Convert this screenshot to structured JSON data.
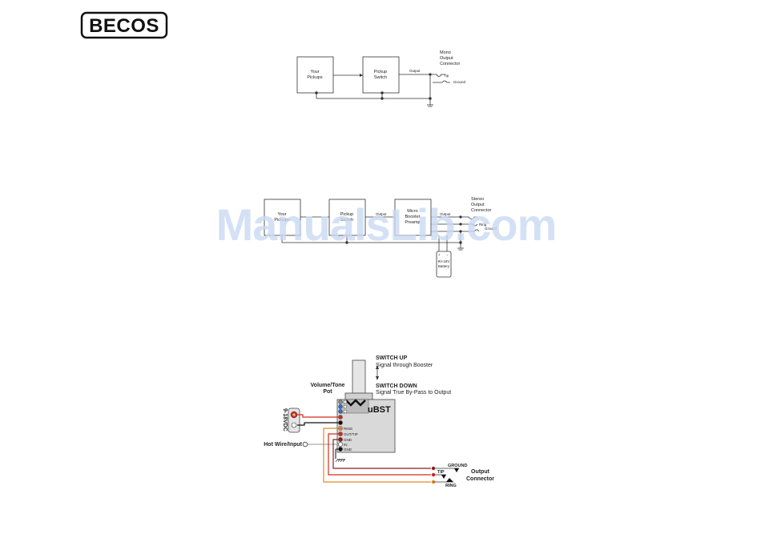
{
  "brand": {
    "logo_text": "BECOS"
  },
  "watermark": {
    "text": "ManualsLib.com"
  },
  "colors": {
    "orange": "#e8852a",
    "red": "#d42c1f",
    "blue": "#2a6fd0",
    "dark_red": "#8b1f1f",
    "gray_box": "#d9d9d9",
    "line": "#333333"
  },
  "diagram1": {
    "pickups": [
      "Your",
      "Pickups"
    ],
    "switch": [
      "Pickup",
      "Switch"
    ],
    "output": "Output",
    "connector": [
      "Mono",
      "Output",
      "Connector"
    ],
    "tip": "Tip",
    "ground": "Ground"
  },
  "diagram2": {
    "pickups": [
      "Your",
      "Pickups"
    ],
    "switch": [
      "Pickup",
      "Switch"
    ],
    "output1": "Output",
    "booster": [
      "Micro",
      "Booster",
      "Preamp"
    ],
    "output2": "Output",
    "connector": [
      "Stereo",
      "Output",
      "Connector"
    ],
    "ring": "Ring",
    "ground": "Ground",
    "battery": [
      "9V-18V",
      "Battery"
    ],
    "plus": "+",
    "minus": "−"
  },
  "diagram3": {
    "switch_up_title": "SWITCH UP",
    "switch_up_desc": "Signal through Booster",
    "switch_down_title": "SWITCH DOWN",
    "switch_down_desc": "Signal True By-Pass to Output",
    "pot": [
      "Volume/Tone",
      "Pot"
    ],
    "module": "uBST",
    "power": "9-18VDC",
    "hot_wire": "Hot Wire/Input",
    "pins": [
      "RING",
      "OUT/TIP",
      "GND",
      "IN",
      "GND"
    ],
    "ground": "GROUND",
    "tip": "TIP",
    "ring": "RING",
    "connector": [
      "Output",
      "Connector"
    ],
    "plus": "+",
    "minus": "−"
  }
}
